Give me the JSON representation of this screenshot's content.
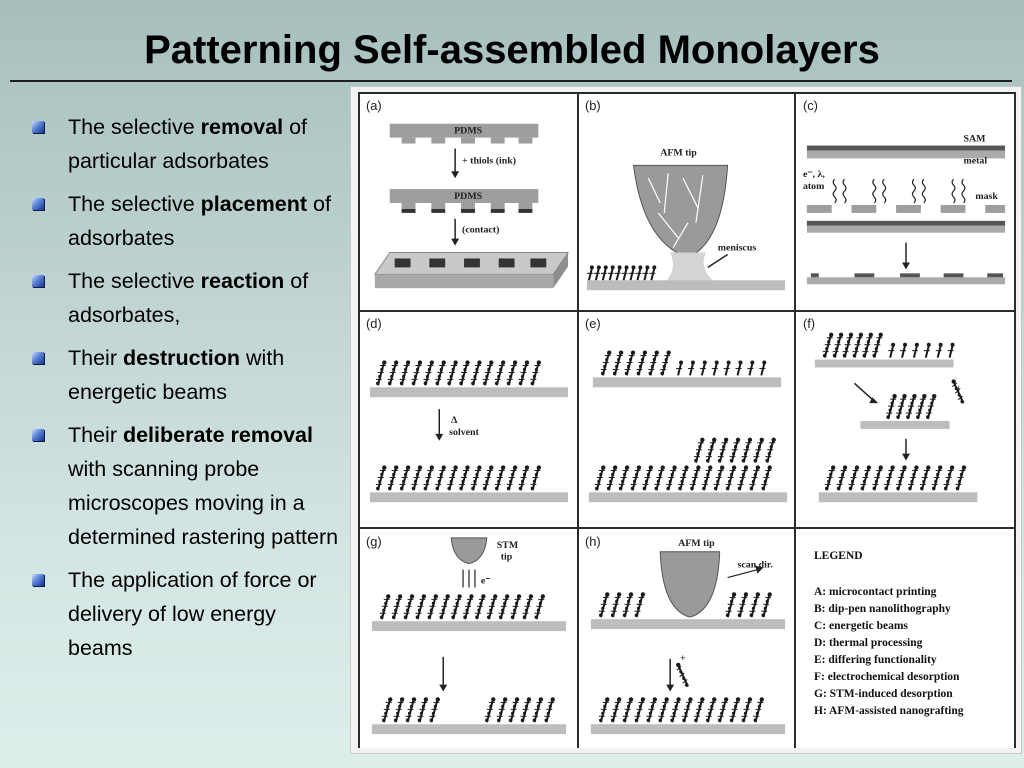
{
  "slide": {
    "title": "Patterning Self-assembled Monolayers"
  },
  "bullets": [
    {
      "pre": "The selective ",
      "bold": "removal",
      "post": " of particular adsorbates"
    },
    {
      "pre": "The selective ",
      "bold": "placement",
      "post": " of adsorbates"
    },
    {
      "pre": "The selective ",
      "bold": "reaction",
      "post": " of adsorbates,"
    },
    {
      "pre": "Their ",
      "bold": "destruction",
      "post": " with energetic beams"
    },
    {
      "pre": "Their ",
      "bold": "deliberate removal",
      "post": " with scanning probe microscopes moving in a determined rastering pattern"
    },
    {
      "pre": "",
      "bold": "",
      "post": "The application of force or delivery of low energy beams"
    }
  ],
  "figure": {
    "panels": {
      "a": {
        "label": "(a)",
        "pdms1": "PDMS",
        "step1": "+ thiols (ink)",
        "pdms2": "PDMS",
        "step2": "(contact)"
      },
      "b": {
        "label": "(b)",
        "tip": "AFM tip",
        "meniscus": "meniscus"
      },
      "c": {
        "label": "(c)",
        "sam": "SAM",
        "metal": "metal",
        "beam": "e⁻, λ,",
        "atom": "atom",
        "mask": "mask"
      },
      "d": {
        "label": "(d)",
        "delta": "Δ",
        "solvent": "solvent"
      },
      "e": {
        "label": "(e)"
      },
      "f": {
        "label": "(f)",
        "plus": "+"
      },
      "g": {
        "label": "(g)",
        "stm": "STM",
        "tip": "tip",
        "electron": "e⁻"
      },
      "h": {
        "label": "(h)",
        "tip": "AFM tip",
        "scan": "scan dir.",
        "plus": "+"
      }
    },
    "legend": {
      "title": "LEGEND",
      "items": [
        "A: microcontact printing",
        "B: dip-pen nanolithography",
        "C: energetic beams",
        "D: thermal processing",
        "E: differing functionality",
        "F: electrochemical desorption",
        "G: STM-induced desorption",
        "H: AFM-assisted nanografting"
      ]
    }
  },
  "colors": {
    "bullet": "#2f56b8",
    "substrate": "#bdbdbd",
    "molecule": "#1a1a1a"
  }
}
